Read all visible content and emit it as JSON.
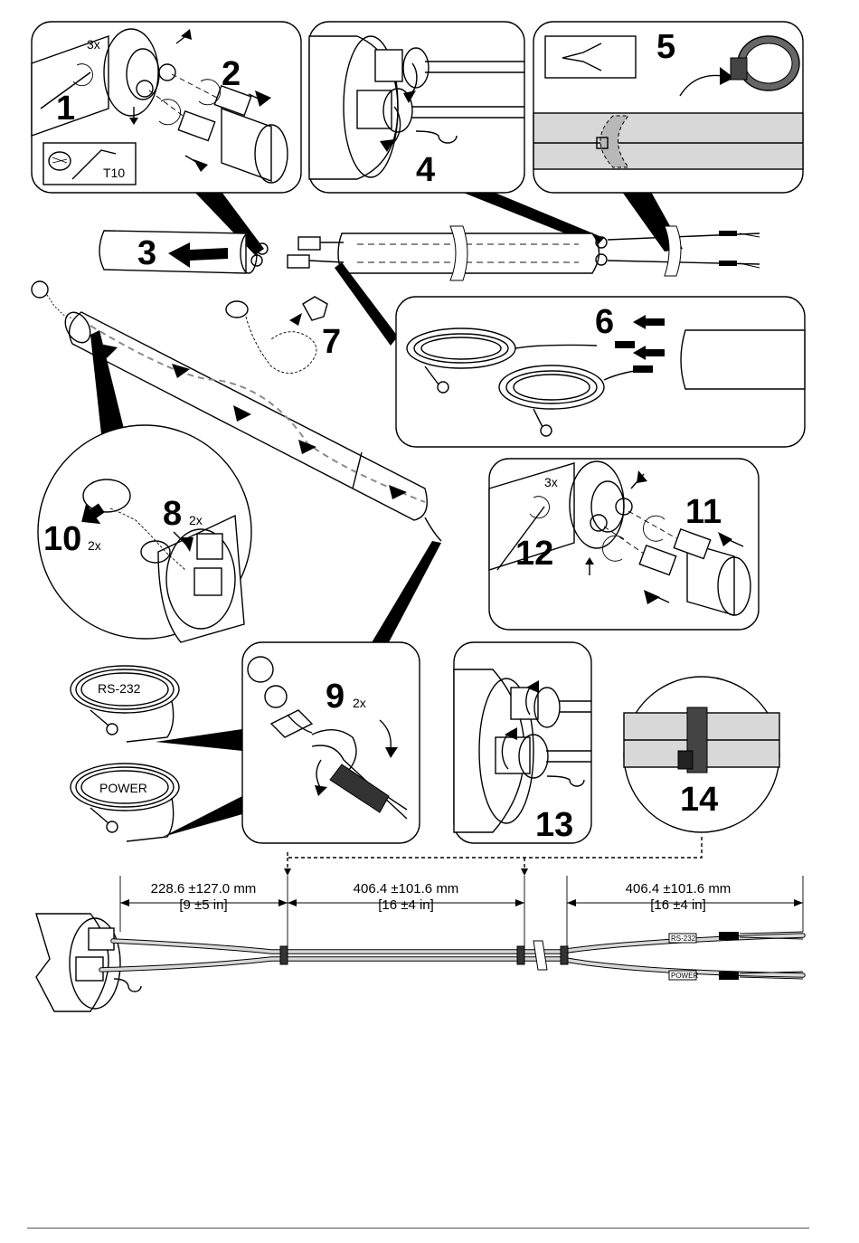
{
  "steps": {
    "s1": "1",
    "s2": "2",
    "s3": "3",
    "s4": "4",
    "s5": "5",
    "s6": "6",
    "s7": "7",
    "s8": "8",
    "s9": "9",
    "s10": "10",
    "s11": "11",
    "s12": "12",
    "s13": "13",
    "s14": "14"
  },
  "multipliers": {
    "m1": "3x",
    "m8": "2x",
    "m9": "2x",
    "m10": "2x",
    "m12": "3x"
  },
  "tool": {
    "label": "T10"
  },
  "cables": {
    "rs232": "RS-232",
    "power": "POWER"
  },
  "cable_tags": {
    "rs232": "RS-232",
    "power": "POWER"
  },
  "dimensions": {
    "d1_mm": "228.6 ±127.0 mm",
    "d1_in": "[9 ±5 in]",
    "d2_mm": "406.4 ±101.6 mm",
    "d2_in": "[16 ±4 in]",
    "d3_mm": "406.4 ±101.6 mm",
    "d3_in": "[16 ±4 in]"
  },
  "colors": {
    "line": "#000000",
    "fill": "#ffffff",
    "gray": "#d8d8d8",
    "dash": "#8a8a8a"
  }
}
